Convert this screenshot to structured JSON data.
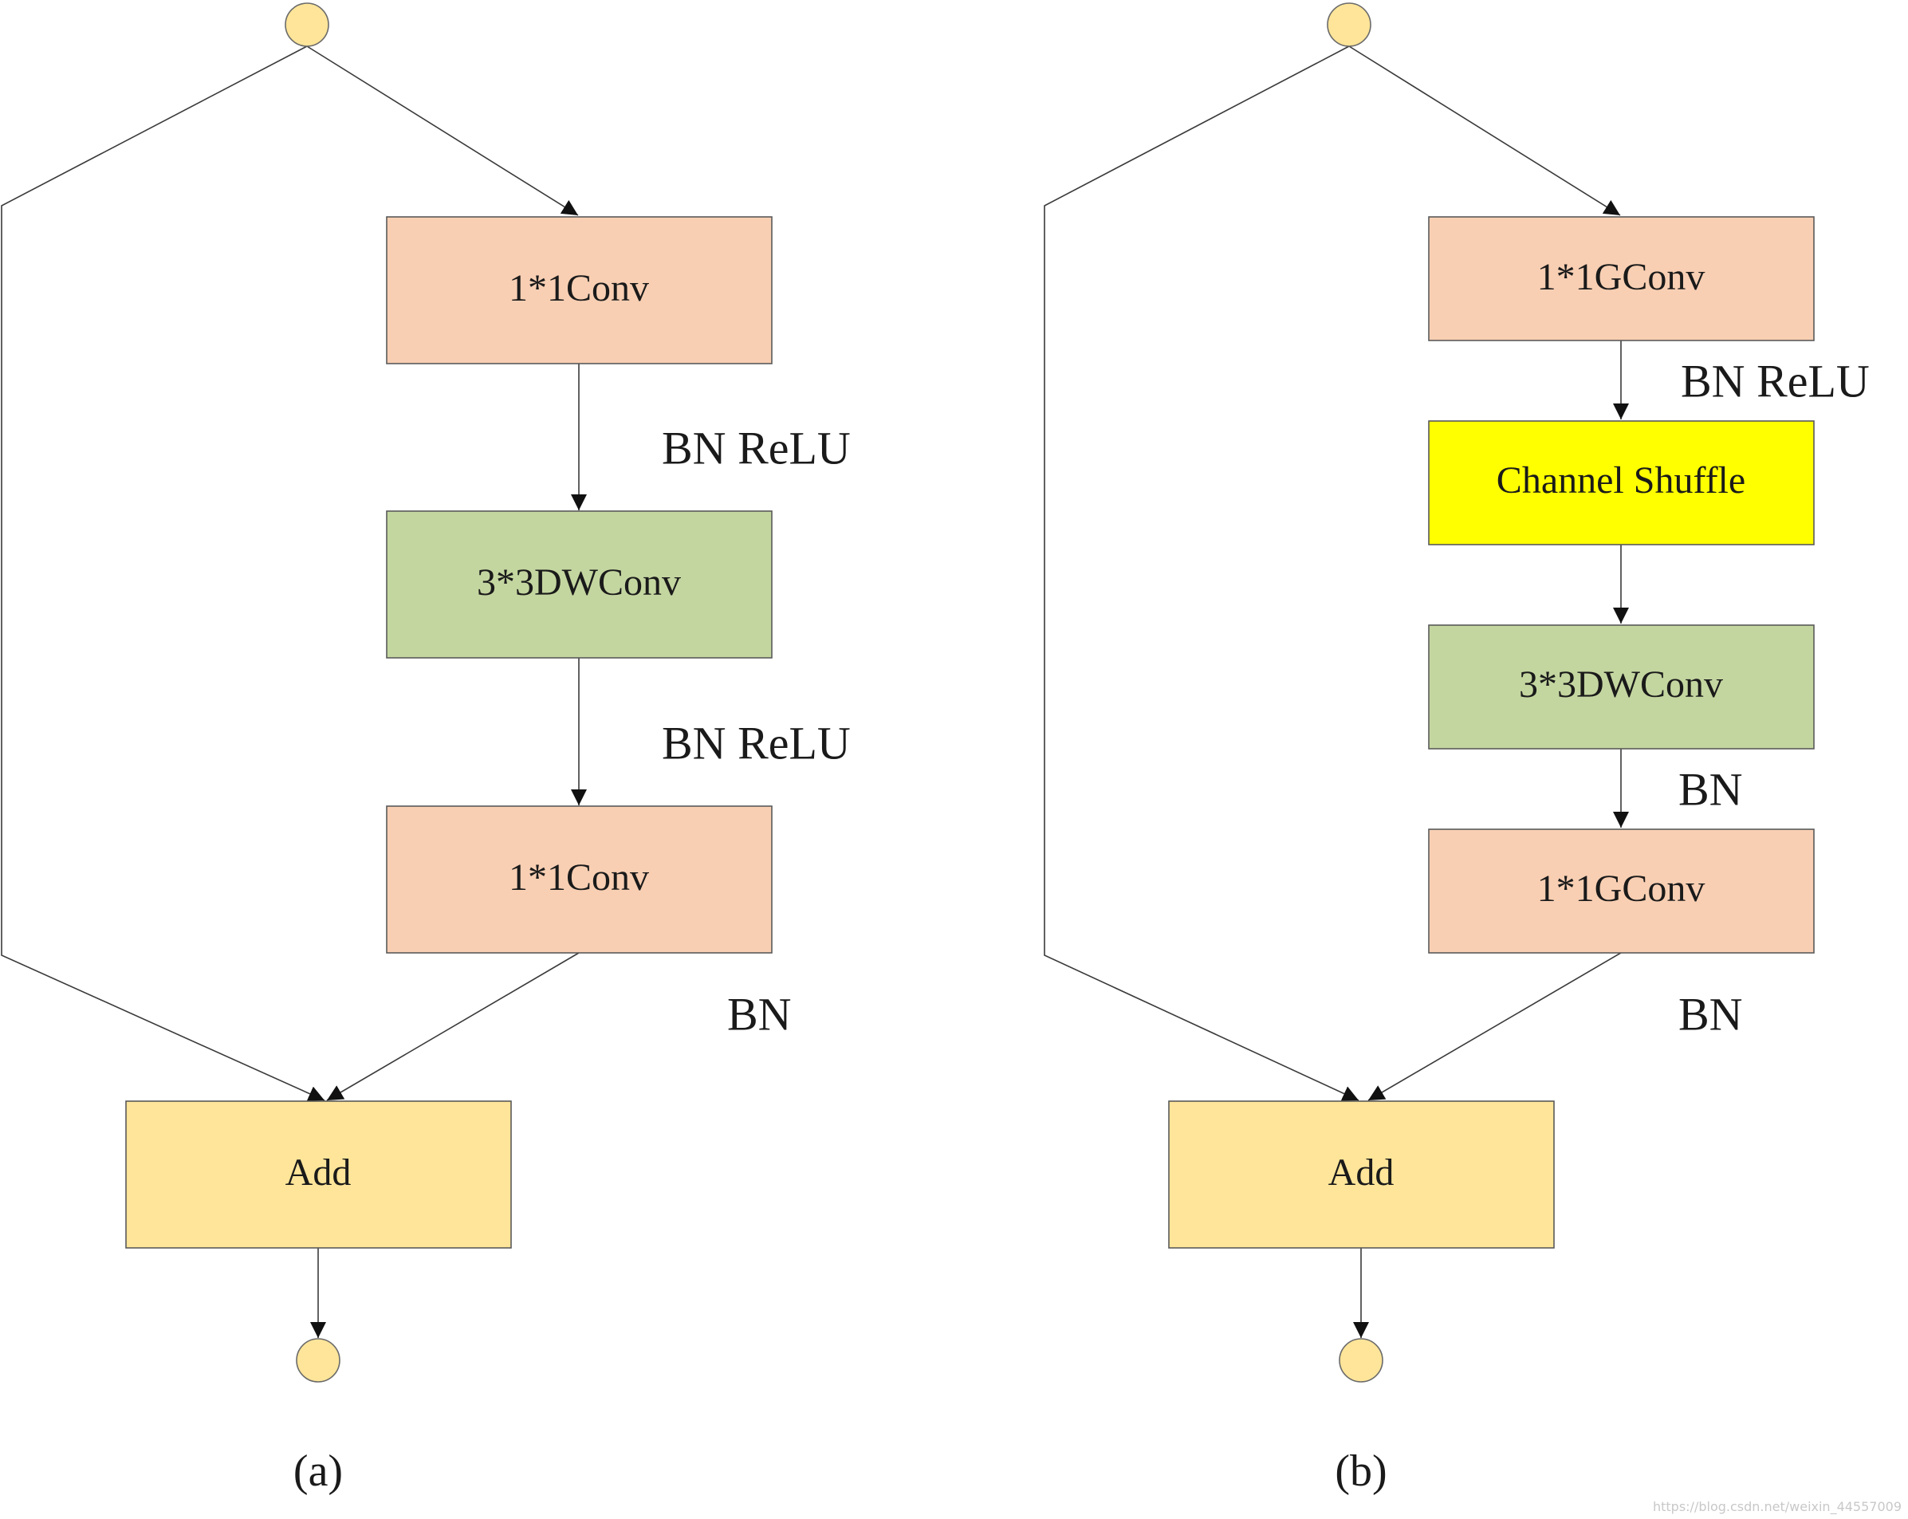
{
  "colors": {
    "conv": "#f8cfb3",
    "dwconv": "#c4d6a0",
    "shuffle": "#ffff00",
    "add": "#ffe599",
    "terminal": "#ffe599"
  },
  "panels": {
    "a": {
      "caption": "(a)",
      "box1": "1*1Conv",
      "box2": "3*3DWConv",
      "box3": "1*1Conv",
      "add": "Add",
      "label1": "BN ReLU",
      "label2": "BN ReLU",
      "label3": "BN"
    },
    "b": {
      "caption": "(b)",
      "box1": "1*1GConv",
      "box2": "Channel Shuffle",
      "box3": "3*3DWConv",
      "box4": "1*1GConv",
      "add": "Add",
      "label1": "BN ReLU",
      "label2": "BN",
      "label3": "BN"
    }
  },
  "watermark": "https://blog.csdn.net/weixin_44557009"
}
